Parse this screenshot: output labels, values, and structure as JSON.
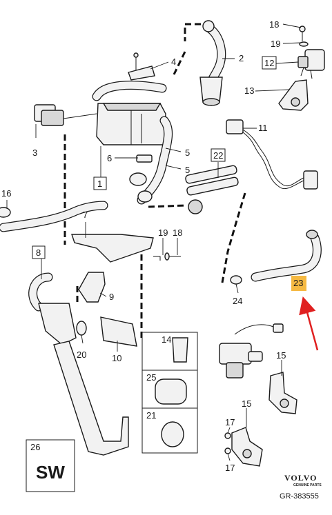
{
  "callouts": {
    "c1": "1",
    "c2": "2",
    "c3": "3",
    "c4": "4",
    "c5a": "5",
    "c5b": "5",
    "c6": "6",
    "c7": "7",
    "c8": "8",
    "c9": "9",
    "c10": "10",
    "c11": "11",
    "c12": "12",
    "c13": "13",
    "c14": "14",
    "c15a": "15",
    "c15b": "15",
    "c16": "16",
    "c17a": "17",
    "c17b": "17",
    "c18a": "18",
    "c18b": "18",
    "c19a": "19",
    "c19b": "19",
    "c20": "20",
    "c21": "21",
    "c22": "22",
    "c23": "23",
    "c24": "24",
    "c25": "25",
    "c26": "26"
  },
  "sw_label": "SW",
  "brand": {
    "name": "VOLVO",
    "sub": "GENUINE PARTS"
  },
  "reference": "GR-383555",
  "colors": {
    "highlight": "#f5b942",
    "arrow": "#e02020",
    "line": "#1a1a1a"
  }
}
